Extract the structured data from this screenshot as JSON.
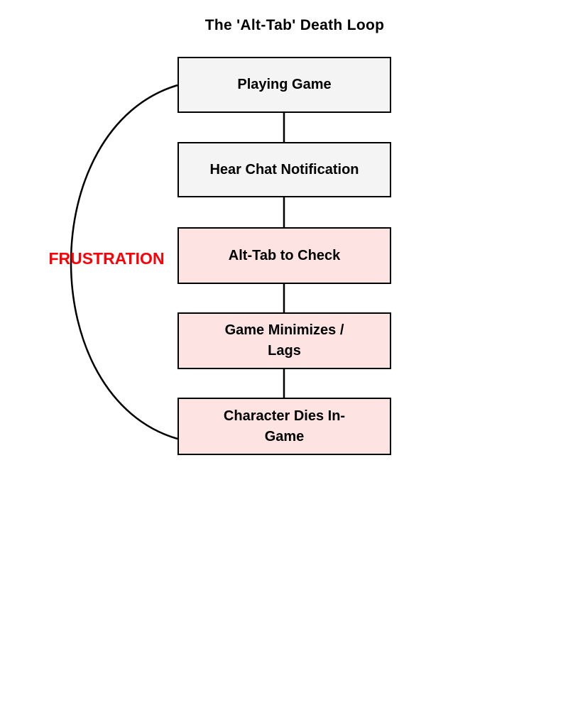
{
  "title": "The 'Alt-Tab' Death Loop",
  "loop_label": "FRUSTRATION",
  "nodes": [
    {
      "label": "Playing Game",
      "kind": "neutral"
    },
    {
      "label": "Hear Chat Notification",
      "kind": "neutral"
    },
    {
      "label": "Alt-Tab to Check",
      "kind": "alert"
    },
    {
      "label": "Game Minimizes /\nLags",
      "kind": "alert"
    },
    {
      "label": "Character Dies In-\nGame",
      "kind": "alert"
    }
  ],
  "colors": {
    "background": "#ffffff",
    "node-neutral": "#f4f4f4",
    "node-alert": "#fde3e1",
    "node-border": "#000000",
    "connector": "#000000",
    "title-color": "#000000",
    "loop-label-color": "#fb0006"
  }
}
